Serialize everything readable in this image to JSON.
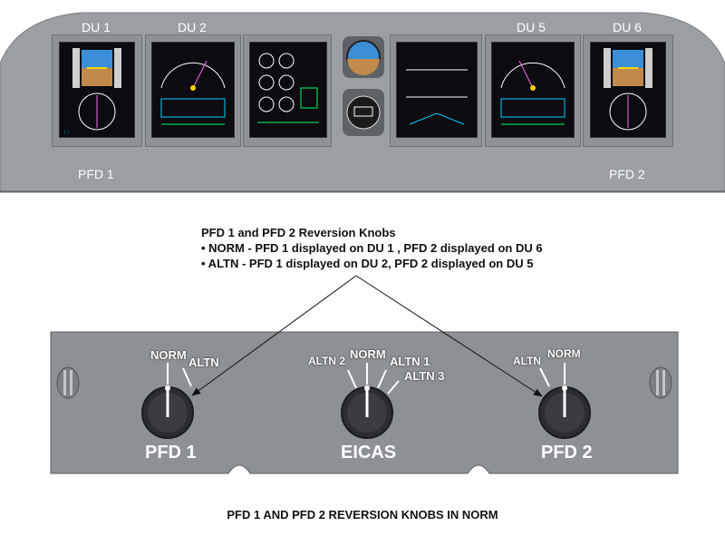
{
  "display_units": {
    "du1": "DU 1",
    "du2": "DU 2",
    "du5": "DU 5",
    "du6": "DU 6",
    "pfd1": "PFD 1",
    "pfd2": "PFD 2"
  },
  "annotation": {
    "title": "PFD 1 and PFD 2 Reversion Knobs",
    "norm": "• NORM - PFD 1 displayed on DU 1 , PFD 2 displayed on DU 6",
    "altn": "• ALTN - PFD 1 displayed on DU 2, PFD 2 displayed on DU 5"
  },
  "panel": {
    "pfd1_knob": {
      "label": "PFD 1",
      "pos_norm": "NORM",
      "pos_altn": "ALTN"
    },
    "eicas_knob": {
      "label": "EICAS",
      "pos_altn2": "ALTN 2",
      "pos_norm": "NORM",
      "pos_altn1": "ALTN 1",
      "pos_altn3": "ALTN 3"
    },
    "pfd2_knob": {
      "label": "PFD 2",
      "pos_altn": "ALTN",
      "pos_norm": "NORM"
    }
  },
  "caption": "PFD 1 AND PFD 2 REVERSION KNOBS IN NORM",
  "colors": {
    "glareshield": "#9a9da1",
    "panel": "#8c8f93",
    "knob": "#2a2c2f",
    "arrow": "#111111"
  }
}
